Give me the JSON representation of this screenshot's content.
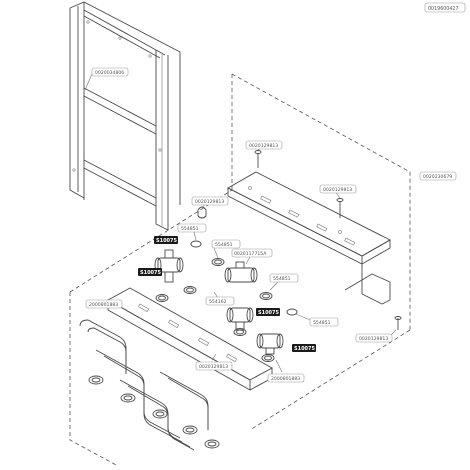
{
  "diagram_code": "0019600427",
  "labels": {
    "frame": "0020034806",
    "bracket": "0020230679",
    "screw_top": "0020129813",
    "screw_right": "0020129813",
    "clip_center": "0020129813",
    "screw_bottom_right": "0020129813",
    "screw_left": "0020129813",
    "valve_part": "0020117715A",
    "washer_a": "554851",
    "washer_b": "554851",
    "washer_c": "554851",
    "washer_d": "554851",
    "washer_e": "554162",
    "pipe_left": "2000801883",
    "pipe_right": "2000801883"
  },
  "tags": {
    "valve_1": "S10075",
    "valve_2": "S10075",
    "valve_3": "S10075",
    "valve_4": "S10075"
  }
}
